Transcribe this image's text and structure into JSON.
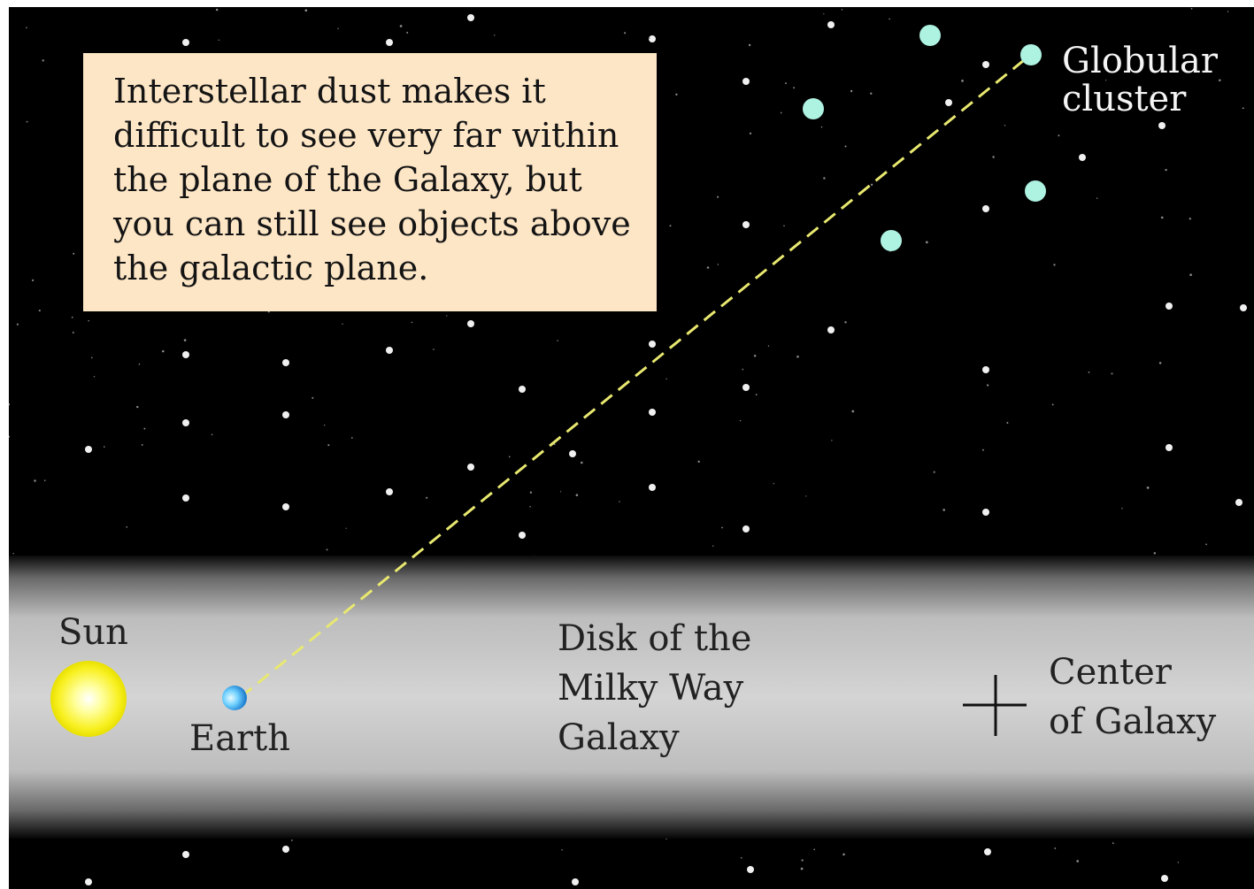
{
  "caption": "Interstellar dust makes it difficult to see very far within the plane of the Galaxy, but you can still see objects above the galactic plane.",
  "labels": {
    "globular_cluster": "Globular\ncluster",
    "sun": "Sun",
    "earth": "Earth",
    "disk": "Disk of the\nMilky Way\nGalaxy",
    "center": "Center\nof Galaxy"
  },
  "colors": {
    "space": "#000000",
    "caption_box": "#fde6c6",
    "disk_band": "#cfcfcf",
    "sun": "#ffff40",
    "earth": "#45b8f0",
    "sightline": "#e8e870",
    "cluster_star": "#aef2e2"
  },
  "icons": {
    "sun": "sun-icon",
    "earth": "earth-icon",
    "center": "crosshair-icon",
    "cluster": "globular-cluster-star-icon",
    "star": "star-dot-icon"
  }
}
